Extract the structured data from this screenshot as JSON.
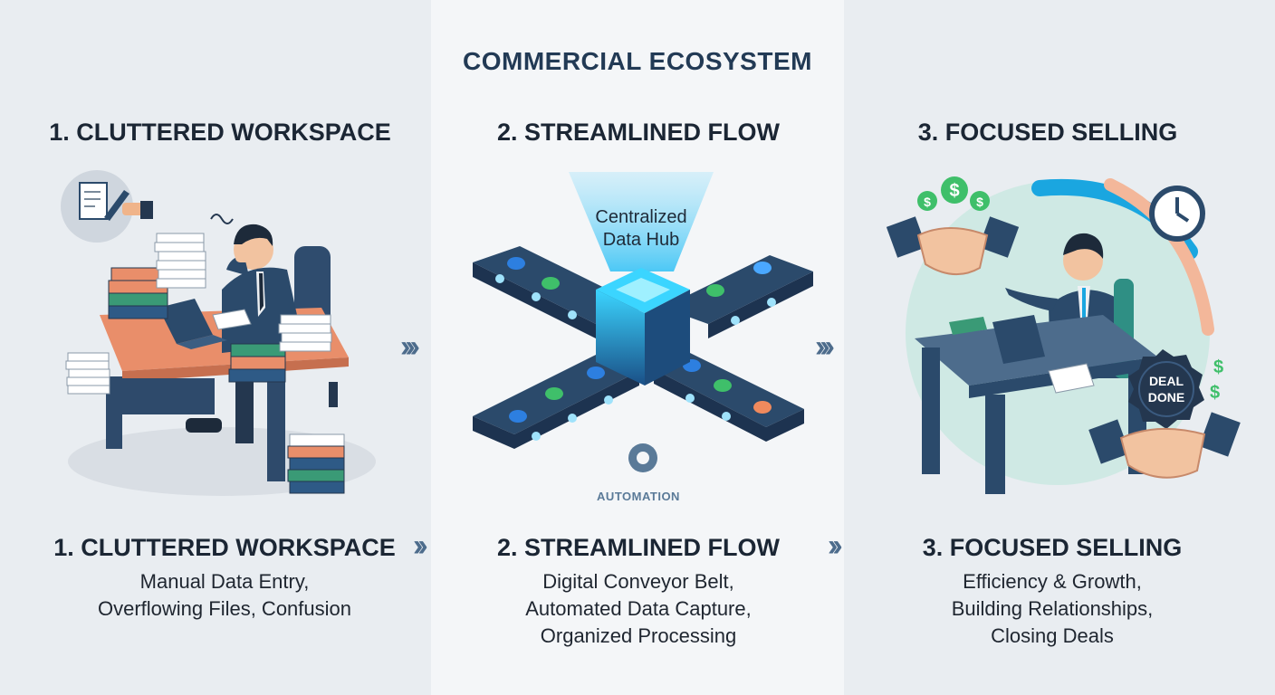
{
  "title": "COMMERCIAL ECOSYSTEM",
  "panels": [
    {
      "heading": "1. CLUTTERED WORKSPACE",
      "label": "1. CLUTTERED WORKSPACE",
      "description": [
        "Manual Data Entry,",
        "Overflowing Files, Confusion"
      ]
    },
    {
      "heading": "2. STREAMLINED FLOW",
      "label": "2. STREAMLINED FLOW",
      "description": [
        "Digital Conveyor Belt,",
        "Automated Data Capture,",
        "Organized Processing"
      ],
      "hub_label": [
        "Centralized",
        "Data Hub"
      ],
      "automation_label": "AUTOMATION"
    },
    {
      "heading": "3. FOCUSED SELLING",
      "label": "3. FOCUSED SELLING",
      "description": [
        "Efficiency & Growth,",
        "Building Relationships,",
        "Closing Deals"
      ],
      "badge": [
        "DEAL",
        "DONE"
      ]
    }
  ],
  "arrows": [
    "›››",
    "››"
  ],
  "colors": {
    "navy": "#2b4a6b",
    "accent_blue": "#1aa6e0",
    "green": "#3fbf6a",
    "orange": "#f08a5d",
    "teal_bg": "#bfe6df"
  }
}
